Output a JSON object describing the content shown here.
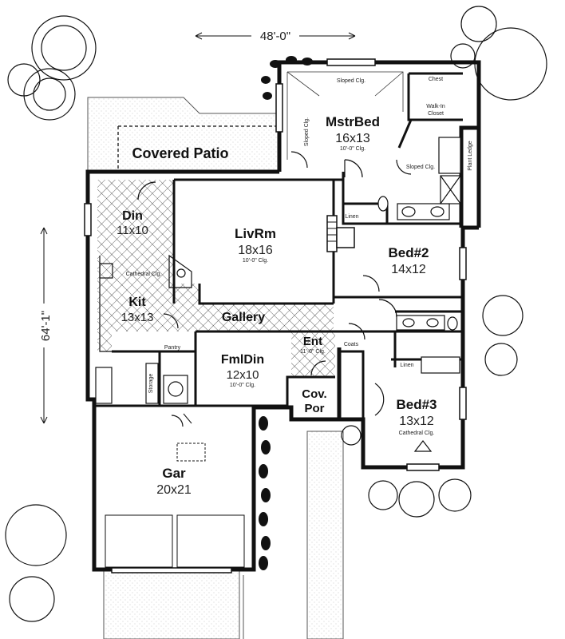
{
  "dimensions": {
    "width": "48'-0\"",
    "depth": "64'-1\""
  },
  "rooms": {
    "covered_patio": {
      "name": "Covered Patio"
    },
    "mstr_bed": {
      "name": "MstrBed",
      "size": "16x13",
      "ceiling": "10'-0\" Clg."
    },
    "din": {
      "name": "Din",
      "size": "11x10"
    },
    "liv_rm": {
      "name": "LivRm",
      "size": "18x16",
      "ceiling": "10'-0\" Clg."
    },
    "bed2": {
      "name": "Bed#2",
      "size": "14x12"
    },
    "kit": {
      "name": "Kit",
      "size": "13x13"
    },
    "gallery": {
      "name": "Gallery"
    },
    "fml_din": {
      "name": "FmlDin",
      "size": "12x10",
      "ceiling": "10'-0\" Clg."
    },
    "ent": {
      "name": "Ent",
      "ceiling": "11'-0\" Clg."
    },
    "cov_por": {
      "name_line1": "Cov.",
      "name_line2": "Por"
    },
    "bed3": {
      "name": "Bed#3",
      "size": "13x12",
      "ceiling": "Cathedral Clg."
    },
    "gar": {
      "name": "Gar",
      "size": "20x21"
    }
  },
  "labels": {
    "sloped_clg_top": "Sloped Clg.",
    "sloped_clg_side": "Sloped Clg.",
    "sloped_clg_bath": "Sloped Clg.",
    "chest": "Chest",
    "walk_in": "Walk-In",
    "closet": "Closet",
    "plant_ledge": "Plant Ledge",
    "linen_master": "Linen",
    "linen_hall": "Linen",
    "cathedral_clg_kit": "Cathedral Clg.",
    "pantry": "Pantry",
    "storage": "Storage",
    "coats": "Coats"
  }
}
